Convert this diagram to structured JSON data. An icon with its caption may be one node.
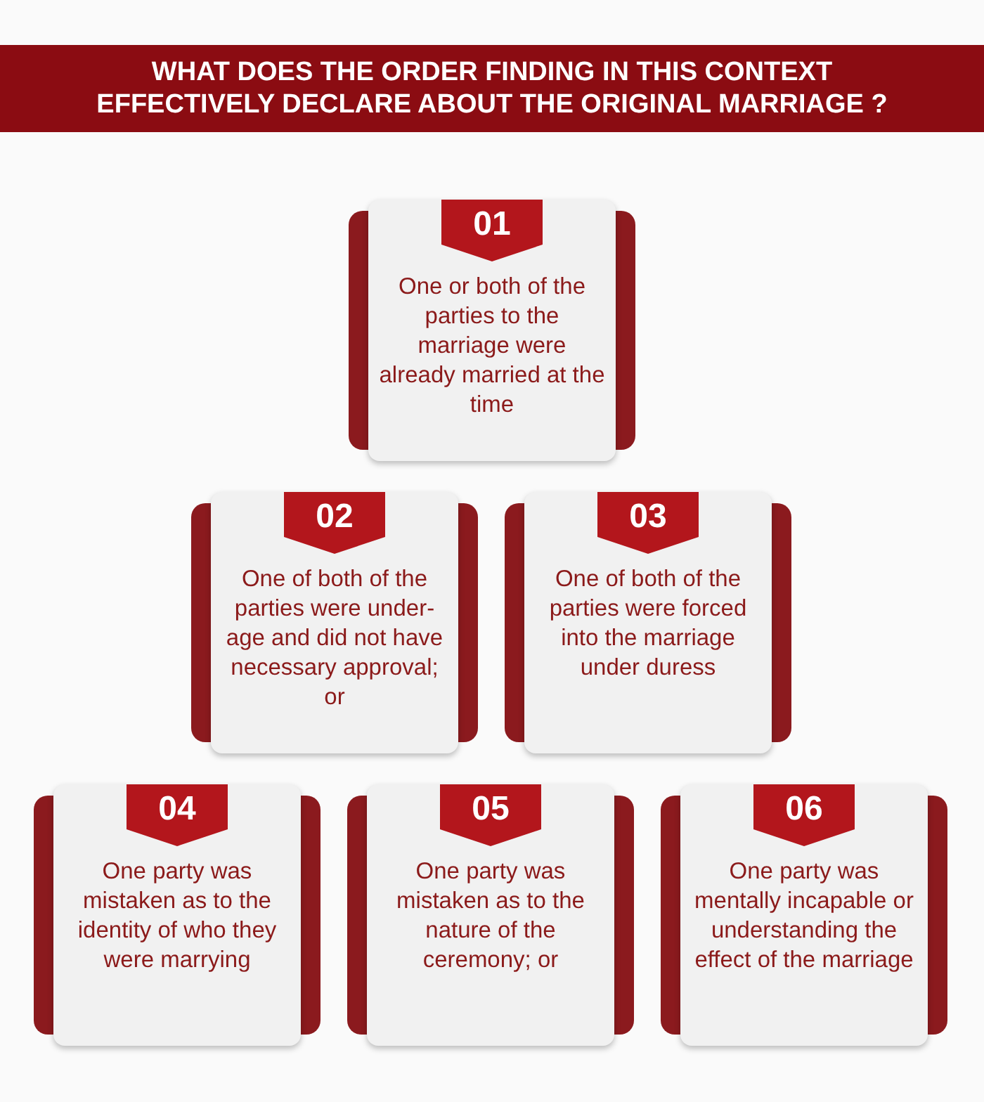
{
  "diagram": {
    "title": "WHAT DOES THE ORDER FINDING IN THIS CONTEXT EFFECTIVELY DECLARE ABOUT THE ORIGINAL MARRIAGE ?",
    "nodes": [
      {
        "text": [
          "One or both of the parties to the marriage were already married at the time"
        ]
      },
      {
        "text": [
          "01"
        ],
        "in": 0
      },
      {
        "text": [
          "One of both of the parties were under-age and did not have necessary approval; or"
        ]
      },
      {
        "text": [
          "02"
        ],
        "in": 2
      },
      {
        "text": [
          "One of both of the parties were forced into the marriage under duress"
        ]
      },
      {
        "text": [
          "03"
        ],
        "in": 4
      },
      {
        "text": [
          "One party was mistaken as to the identity of who they were marrying"
        ]
      },
      {
        "text": [
          "04"
        ],
        "in": 6
      },
      {
        "text": [
          "One party was mistaken as to the nature of the ceremony; or"
        ]
      },
      {
        "text": [
          "05"
        ],
        "in": 8
      },
      {
        "text": [
          "One party was mentally incapable or understanding the effect of the marriage"
        ]
      },
      {
        "text": [
          "06"
        ],
        "in": 10
      }
    ],
    "edges": []
  }
}
